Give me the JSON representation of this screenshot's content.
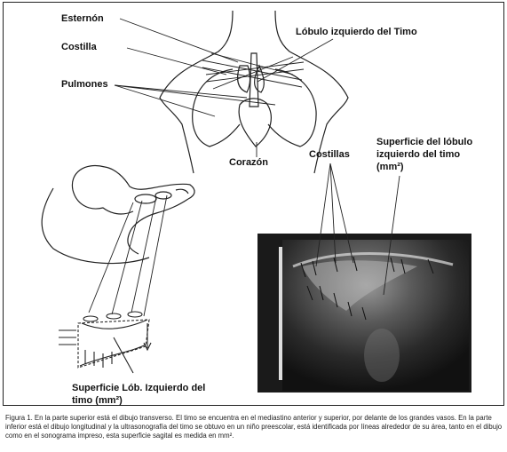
{
  "labels": {
    "sternum": "Esternón",
    "rib": "Costilla",
    "lungs": "Pulmones",
    "heart": "Corazón",
    "left_lobe": "Lóbulo izquierdo del Timo",
    "ribs": "Costillas",
    "surface_top": "Superficie del lóbulo izquierdo del timo (mm²)",
    "surface_bottom": "Superficie Lób. Izquierdo del timo (mm²)"
  },
  "caption": "Figura 1. En la parte superior está el dibujo transverso. El timo se encuentra en el mediastino anterior y superior, por delante de los grandes vasos. En la parte inferior está el dibujo longitudinal y la ultrasonografía del timo se obtuvo en un niño preescolar, está identificada por líneas alrededor de su área, tanto en el dibujo como en el sonograma impreso, esta superficie sagital es medida en mm²."
}
